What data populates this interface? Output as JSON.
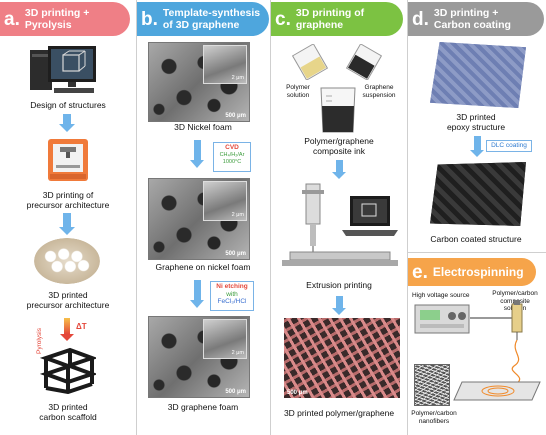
{
  "panels": {
    "a": {
      "letter": "a.",
      "title": "3D printing +\nPyrolysis",
      "color": "#ef7f86",
      "captions": [
        "Design of structures",
        "3D printing of\nprecursor architecture",
        "3D printed\nprecursor architecture",
        "3D printed\ncarbon scaffold"
      ],
      "pyrolysis_label": "Pyrolysis",
      "delta_t": "ΔT"
    },
    "b": {
      "letter": "b.",
      "title": "Template-synthesis\nof 3D graphene",
      "color": "#4ea6dd",
      "captions": [
        "3D Nickel foam",
        "Graphene on nickel foam",
        "3D graphene foam"
      ],
      "scale_main": "500 μm",
      "scale_inset": "2 μm",
      "cvd_title": "CVD",
      "cvd_detail": "CH₄/H₂/Ar\n1000°C",
      "etch_title": "Ni etching",
      "etch_with": "with",
      "etch_detail": "FeCl₃/HCl"
    },
    "c": {
      "letter": "c.",
      "title": "3D printing of\ngraphene",
      "color": "#7cc242",
      "polymer_solution": "Polymer\nsolution",
      "graphene_suspension": "Graphene\nsuspension",
      "ink": "Polymer/graphene\ncomposite ink",
      "extrusion": "Extrusion printing",
      "scale": "500 μm",
      "final": "3D printed polymer/graphene"
    },
    "d": {
      "letter": "d.",
      "title": "3D printing +\nCarbon coating",
      "color": "#9a9a9a",
      "epoxy": "3D printed\nepoxy structure",
      "dlc": "DLC coating",
      "coated": "Carbon coated structure"
    },
    "e": {
      "letter": "e.",
      "title": "Electrospinning",
      "color": "#f6a44a",
      "hv": "High voltage source",
      "solution": "Polymer/carbon\ncomposite\nsolution",
      "nanofibers": "Polymer/carbon\nnanofibers"
    }
  }
}
